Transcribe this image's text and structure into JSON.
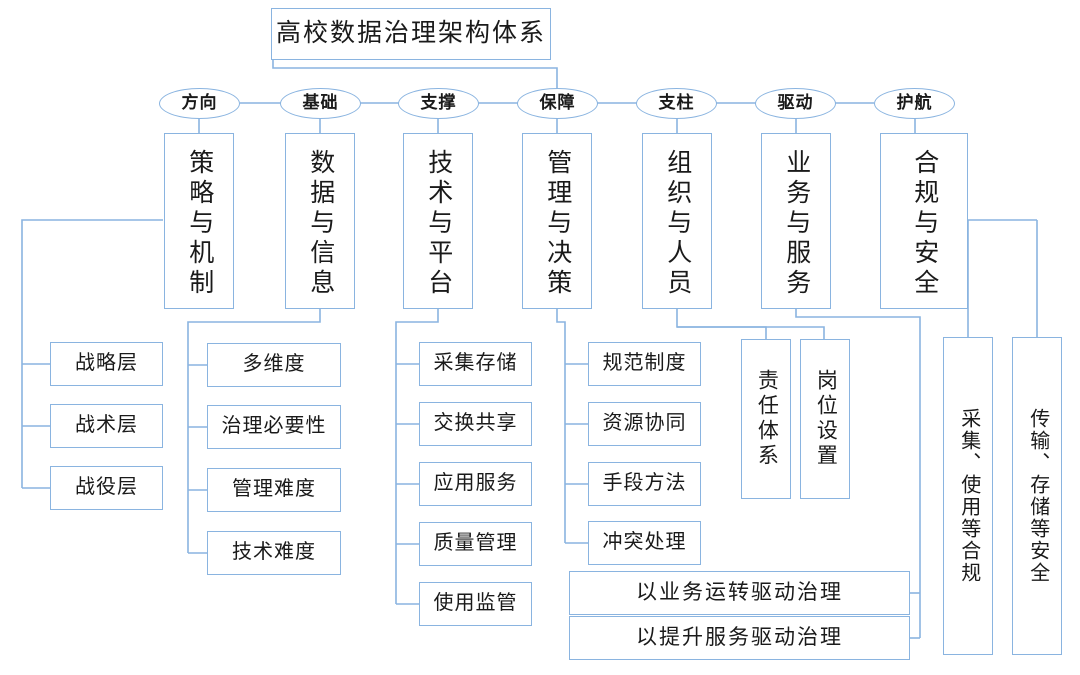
{
  "diagram": {
    "title": "高校数据治理架构体系",
    "accent_color": "#8ab4e0",
    "text_color": "#1a1a1a",
    "background": "#ffffff",
    "tags": [
      {
        "label": "方向"
      },
      {
        "label": "基础"
      },
      {
        "label": "支撑"
      },
      {
        "label": "保障"
      },
      {
        "label": "支柱"
      },
      {
        "label": "驱动"
      },
      {
        "label": "护航"
      }
    ],
    "pillars": [
      {
        "label": "策略与机制"
      },
      {
        "label": "数据与信息"
      },
      {
        "label": "技术与平台"
      },
      {
        "label": "管理与决策"
      },
      {
        "label": "组织与人员"
      },
      {
        "label": "业务与服务"
      },
      {
        "label": "合规与安全"
      }
    ],
    "strategy_levels": [
      {
        "label": "战略层"
      },
      {
        "label": "战术层"
      },
      {
        "label": "战役层"
      }
    ],
    "data_items": [
      {
        "label": "多维度"
      },
      {
        "label": "治理必要性"
      },
      {
        "label": "管理难度"
      },
      {
        "label": "技术难度"
      }
    ],
    "tech_items": [
      {
        "label": "采集存储"
      },
      {
        "label": "交换共享"
      },
      {
        "label": "应用服务"
      },
      {
        "label": "质量管理"
      },
      {
        "label": "使用监管"
      }
    ],
    "mgmt_items": [
      {
        "label": "规范制度"
      },
      {
        "label": "资源协同"
      },
      {
        "label": "手段方法"
      },
      {
        "label": "冲突处理"
      }
    ],
    "org_items": [
      {
        "label": "责任体系"
      },
      {
        "label": "岗位设置"
      }
    ],
    "business_items": [
      {
        "label": "以业务运转驱动治理"
      },
      {
        "label": "以提升服务驱动治理"
      }
    ],
    "security_items": [
      {
        "label": "采集、使用等合规"
      },
      {
        "label": "传输、存储等安全"
      }
    ]
  }
}
